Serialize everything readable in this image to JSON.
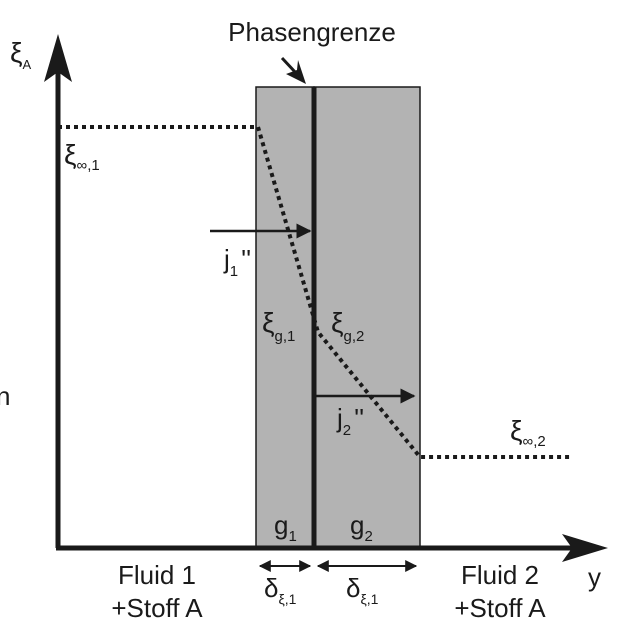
{
  "title_label": "Phasengrenze",
  "axes": {
    "y_axis_label": "ξ",
    "y_axis_sub": "A",
    "x_axis_label": "y"
  },
  "edge_fragment": "n",
  "concentrations": {
    "bulk1_main": "ξ",
    "bulk1_sub": "∞,1",
    "bulk2_main": "ξ",
    "bulk2_sub": "∞,2",
    "interface1_main": "ξ",
    "interface1_sub": "g,1",
    "interface2_main": "ξ",
    "interface2_sub": "g,2"
  },
  "fluxes": {
    "j1_main": "j",
    "j1_sub": "1",
    "j1_sup": "''",
    "j2_main": "j",
    "j2_sub": "2",
    "j2_sup": "''"
  },
  "films": {
    "g1_main": "g",
    "g1_sub": "1",
    "g2_main": "g",
    "g2_sub": "2",
    "delta1_main": "δ",
    "delta1_sub": "ξ,1",
    "delta2_main": "δ",
    "delta2_sub": "ξ,1"
  },
  "fluid1": {
    "line1": "Fluid 1",
    "line2": "+Stoff A"
  },
  "fluid2": {
    "line1": "Fluid 2",
    "line2": "+Stoff A"
  },
  "colors": {
    "film_fill": "#b3b3b3",
    "ink": "#1a1a1a",
    "background": "#ffffff"
  }
}
